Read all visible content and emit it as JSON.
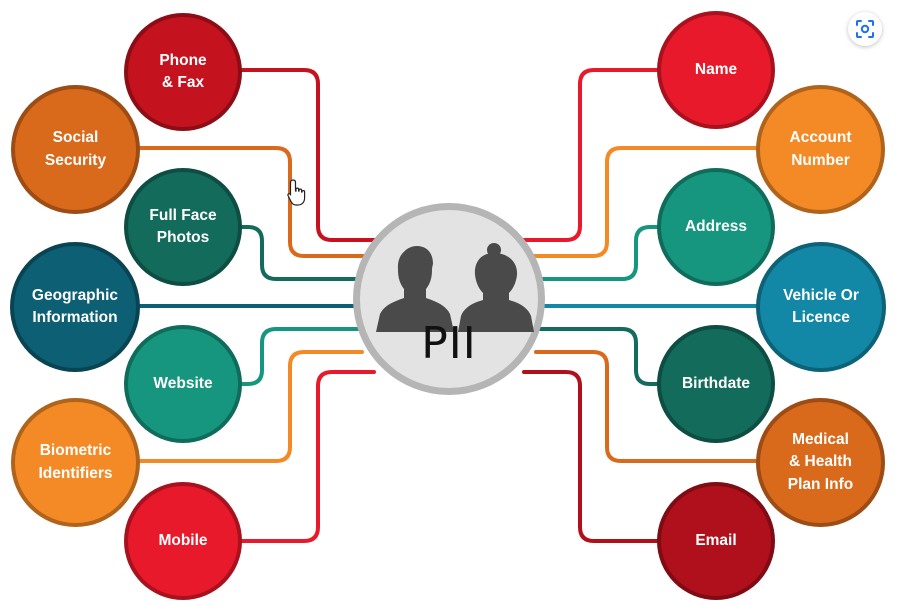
{
  "hub": {
    "title": "PII"
  },
  "nodes": {
    "phone_fax": {
      "label": "Phone\n& Fax",
      "color": "#c4121f"
    },
    "social_security": {
      "label": "Social\nSecurity",
      "color": "#d96a1c"
    },
    "full_face_photos": {
      "label": "Full Face\nPhotos",
      "color": "#136b5c"
    },
    "geographic_information": {
      "label": "Geographic\nInformation",
      "color": "#0d5f74"
    },
    "website": {
      "label": "Website",
      "color": "#16967e"
    },
    "biometric_identifiers": {
      "label": "Biometric\nIdentifiers",
      "color": "#f48a26"
    },
    "mobile": {
      "label": "Mobile",
      "color": "#e8192a"
    },
    "name": {
      "label": "Name",
      "color": "#e8192a"
    },
    "account_number": {
      "label": "Account\nNumber",
      "color": "#f48a26"
    },
    "address": {
      "label": "Address",
      "color": "#16967e"
    },
    "vehicle_or_licence": {
      "label": "Vehicle Or\nLicence",
      "color": "#1288a6"
    },
    "birthdate": {
      "label": "Birthdate",
      "color": "#136b5c"
    },
    "medical_health_plan_info": {
      "label": "Medical\n& Health\nPlan Info",
      "color": "#d96a1c"
    },
    "email": {
      "label": "Email",
      "color": "#b0101c"
    }
  },
  "icons": {
    "hub": "two-people-icon",
    "expand": "visual-search-icon",
    "cursor": "hand-pointer-icon"
  },
  "colors": {
    "hub_fill": "#e3e3e3",
    "hub_border": "#b5b5b5",
    "text": "#ffffff"
  }
}
